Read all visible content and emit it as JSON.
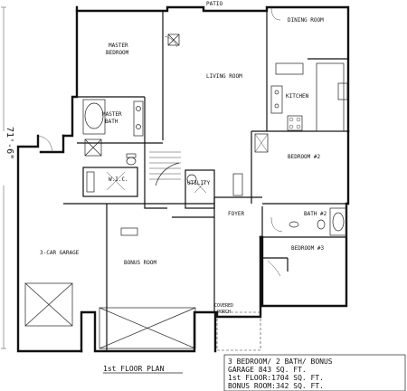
{
  "plan": {
    "title": "1st FLOOR PLAN",
    "overall_dimension": "71'-6\"",
    "rooms": {
      "patio": "PATIO",
      "dining_room": "DINING ROOM",
      "master_bedroom_line1": "MASTER",
      "master_bedroom_line2": "BEDROOM",
      "living_room": "LIVING ROOM",
      "kitchen": "KITCHEN",
      "master_bath_line1": "MASTER",
      "master_bath_line2": "BATH",
      "bedroom_2": "BEDROOM #2",
      "wic": "W.I.C.",
      "utility": "UTILITY",
      "foyer": "FOYER",
      "bath_2": "BATH #2",
      "garage": "3-CAR GARAGE",
      "bonus_room": "BONUS ROOM",
      "bedroom_3": "BEDROOM #3",
      "covered_porch_line1": "COVERED",
      "covered_porch_line2": "PORCH"
    },
    "stats": [
      "3 BEDROOM/ 2 BATH/ BONUS",
      "GARAGE 843 SQ. FT.",
      "1st FLOOR:1704 SQ. FT.",
      "BONUS ROOM:342 SQ. FT."
    ]
  }
}
